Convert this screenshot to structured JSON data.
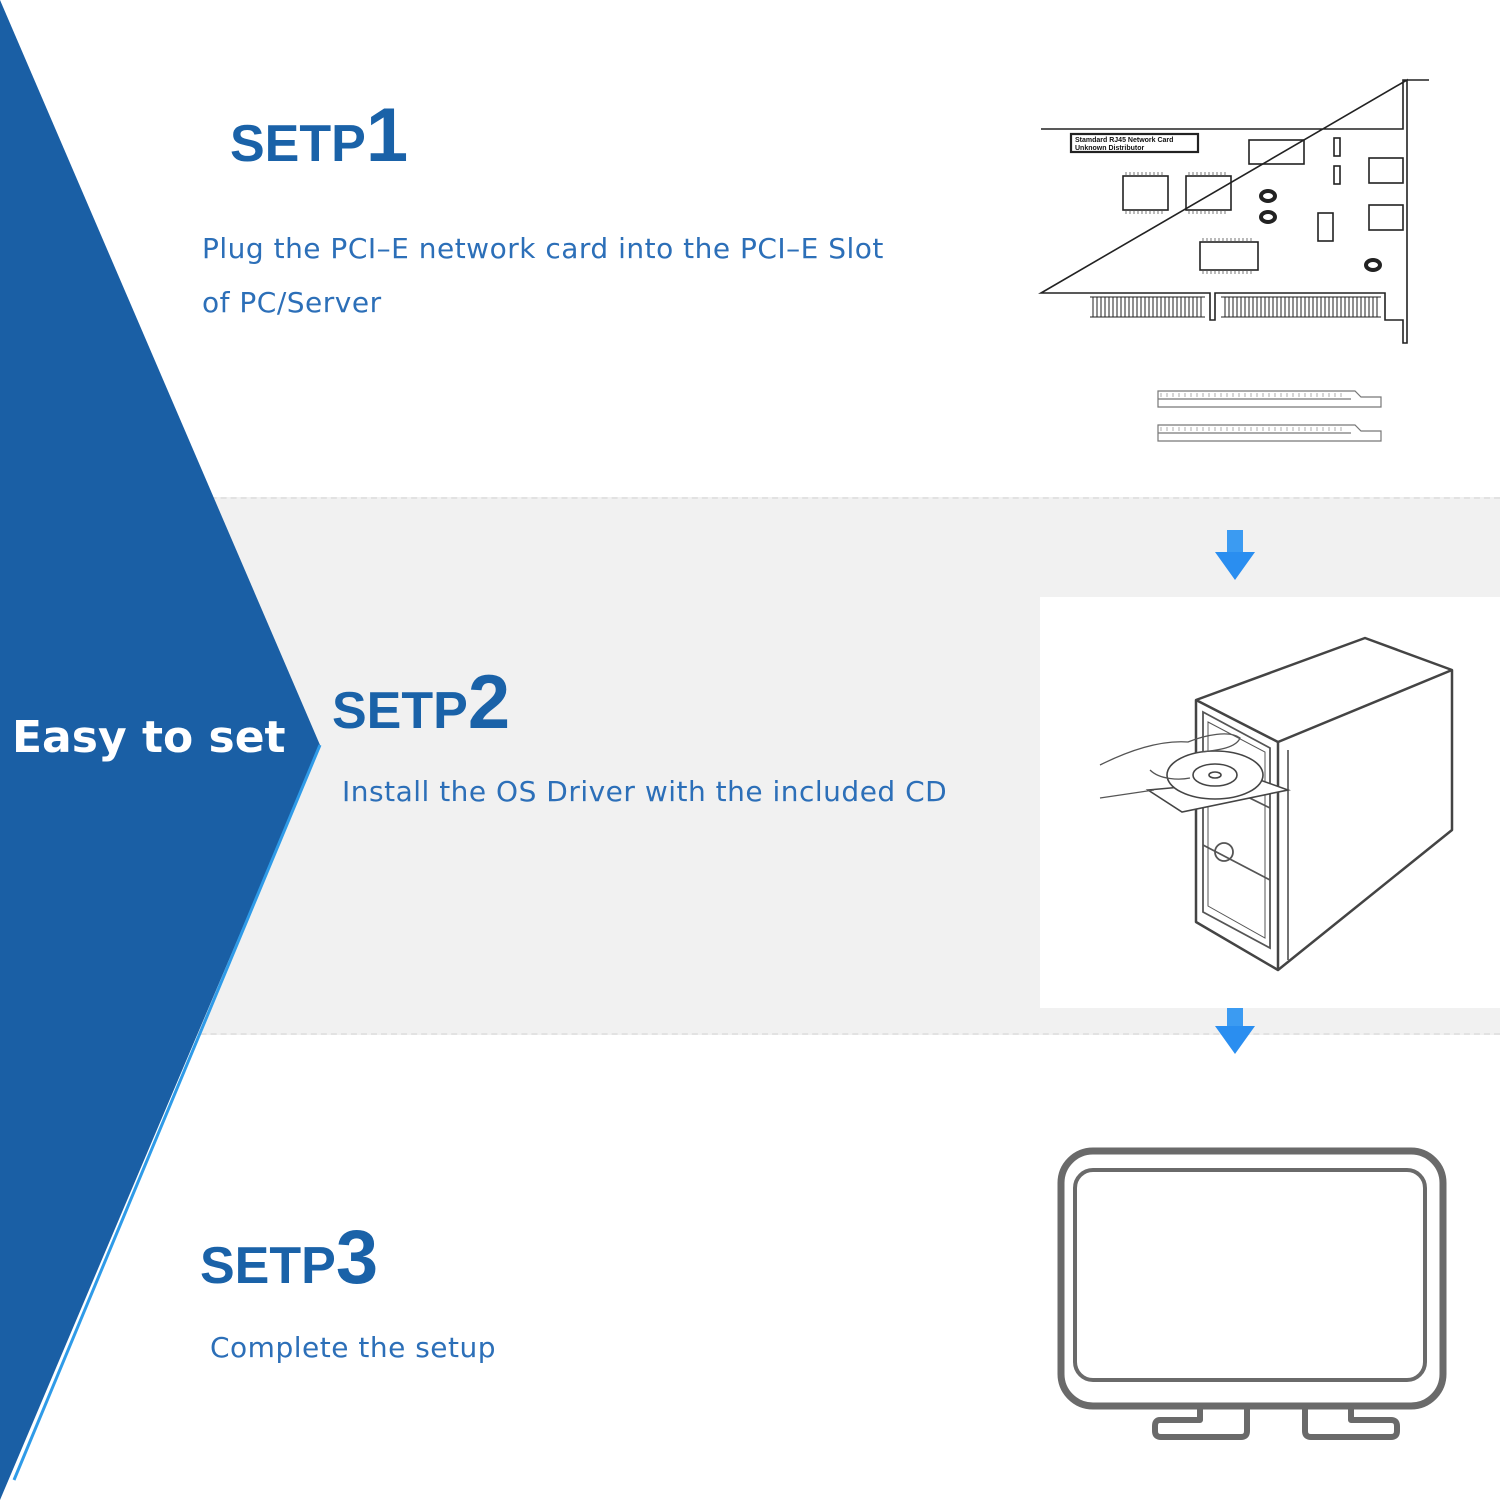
{
  "tagline": "Easy to set",
  "steps": [
    {
      "word": "SETP",
      "number": "1",
      "lines": [
        "Plug the PCI–E network card into the PCI–E Slot",
        "of PC/Server"
      ]
    },
    {
      "word": "SETP",
      "number": "2",
      "lines": [
        "Install the OS Driver with the included CD"
      ]
    },
    {
      "word": "SETP",
      "number": "3",
      "lines": [
        "Complete the setup"
      ]
    }
  ],
  "card_label": [
    "Stamdard RJ45 Network Card",
    "Unknown Distributor"
  ],
  "colors": {
    "brand_blue": "#1a62a8",
    "text_blue": "#2c6fb8",
    "arrow_blue": "#2a8ef0",
    "band_gray": "#f1f1f1"
  },
  "icons": [
    "network-card-icon",
    "pci-slot-icon",
    "down-arrow-icon",
    "computer-tower-cd-icon",
    "monitor-icon"
  ]
}
